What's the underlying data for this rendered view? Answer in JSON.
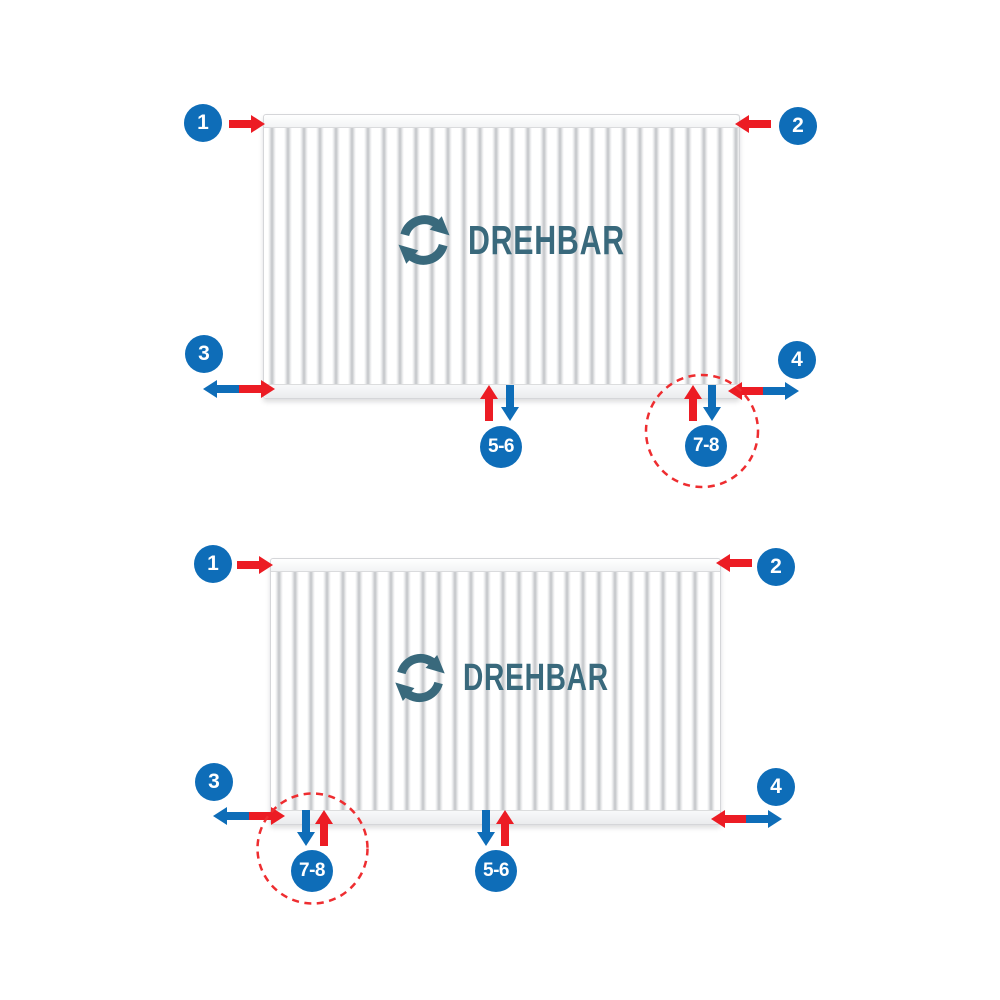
{
  "colors": {
    "badge_blue": "#0e6db8",
    "arrow_blue": "#0e6db8",
    "arrow_red": "#ec1c24",
    "dashed_red": "#ee2d30",
    "logo_teal": "#39697c"
  },
  "icons": {
    "rotate": "circular-rotation-arrows",
    "red_arrow": "supply-flow-arrow",
    "blue_arrow": "return-flow-arrow",
    "dashed_circle": "highlight-ring"
  },
  "top_diagram": {
    "logo_text": "DREHBAR",
    "badges": {
      "one": "1",
      "two": "2",
      "three": "3",
      "four": "4"
    },
    "bottom_center_label": "5-6",
    "bottom_right_label": "7-8"
  },
  "bottom_diagram": {
    "logo_text": "DREHBAR",
    "badges": {
      "one": "1",
      "two": "2",
      "three": "3",
      "four": "4"
    },
    "bottom_left_label": "7-8",
    "bottom_center_label": "5-6"
  }
}
